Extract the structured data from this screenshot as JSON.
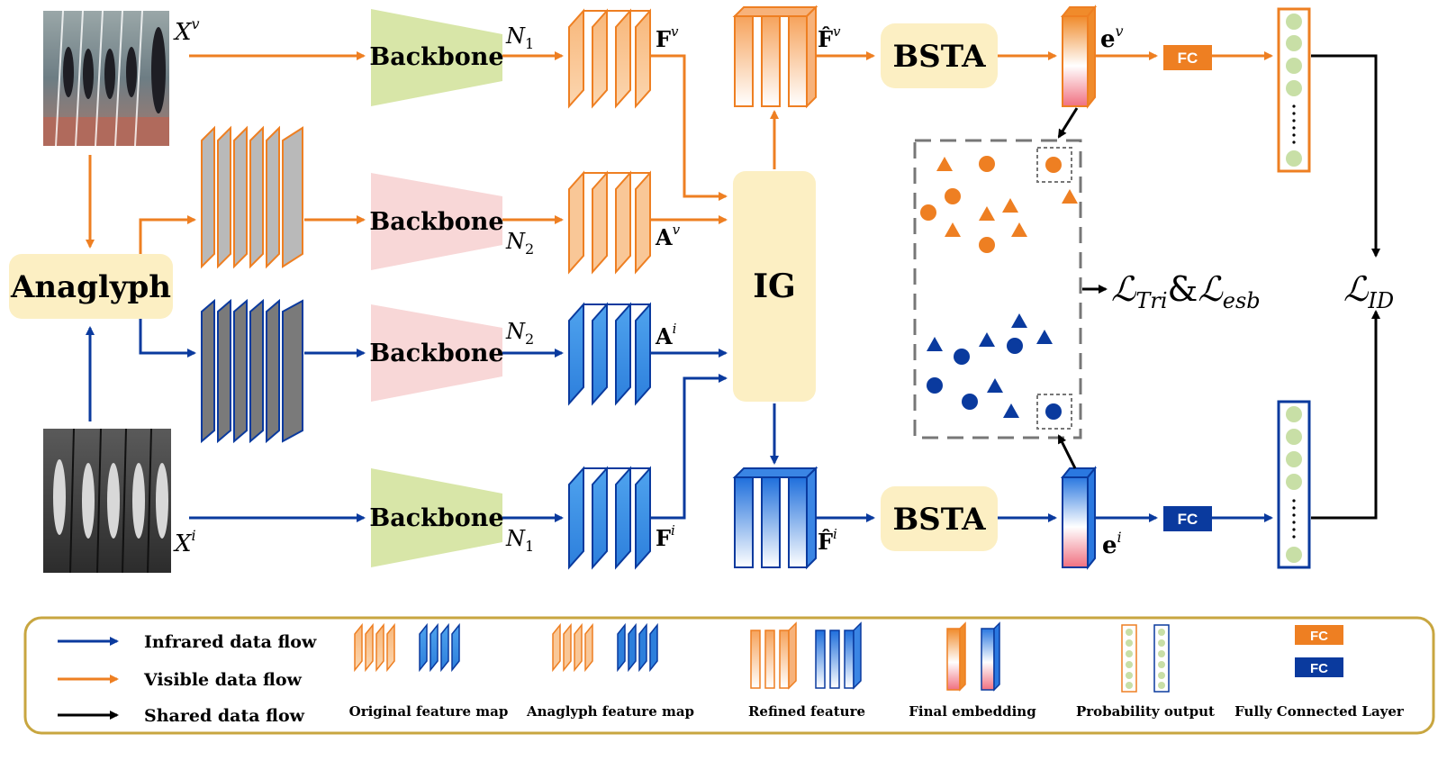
{
  "colors": {
    "orange": "#ee7f22",
    "blue": "#0a3a9e",
    "black": "#000000",
    "backbone_green": "#d8e6a8",
    "backbone_pink": "#f8d7d7",
    "module_yellow": "#fcefc3",
    "legend_border": "#c8a640"
  },
  "inputs": {
    "visible_label": "X",
    "visible_sup": "v",
    "infrared_label": "X",
    "infrared_sup": "i"
  },
  "modules": {
    "anaglyph": "Anaglyph",
    "backbone_1": "Backbone",
    "backbone_2": "Backbone",
    "backbone_3": "Backbone",
    "backbone_4": "Backbone",
    "ig": "IG",
    "bsta_top": "BSTA",
    "bsta_bottom": "BSTA",
    "fc_top": "FC",
    "fc_bottom": "FC"
  },
  "network_labels": {
    "n1_top": "N",
    "n1_top_sub": "1",
    "n2_mid": "N",
    "n2_mid_sub": "2",
    "n2_low": "N",
    "n2_low_sub": "2",
    "n1_bottom": "N",
    "n1_bottom_sub": "1"
  },
  "feature_labels": {
    "Fv": "F",
    "Fv_sup": "v",
    "Av": "A",
    "Av_sup": "v",
    "Ai": "A",
    "Ai_sup": "i",
    "Fi": "F",
    "Fi_sup": "i",
    "Fhat_v": "F̂",
    "Fhat_v_sup": "v",
    "Fhat_i": "F̂",
    "Fhat_i_sup": "i",
    "ev": "e",
    "ev_sup": "v",
    "ei": "e",
    "ei_sup": "i"
  },
  "losses": {
    "tri_L": "ℒ",
    "tri_sub": "Tri",
    "amp": "&",
    "esb_L": "ℒ",
    "esb_sub": "esb",
    "id_L": "ℒ",
    "id_sub": "ID"
  },
  "legend": {
    "infrared_flow": "Infrared data flow",
    "visible_flow": "Visible data flow",
    "shared_flow": "Shared data flow",
    "original_feature_map": "Original feature map",
    "anaglyph_feature_map": "Anaglyph feature map",
    "refined_feature": "Refined feature",
    "final_embedding": "Final embedding",
    "probability_output": "Probability output",
    "fully_connected_layer": "Fully Connected Layer",
    "fc_orange": "FC",
    "fc_blue": "FC"
  }
}
